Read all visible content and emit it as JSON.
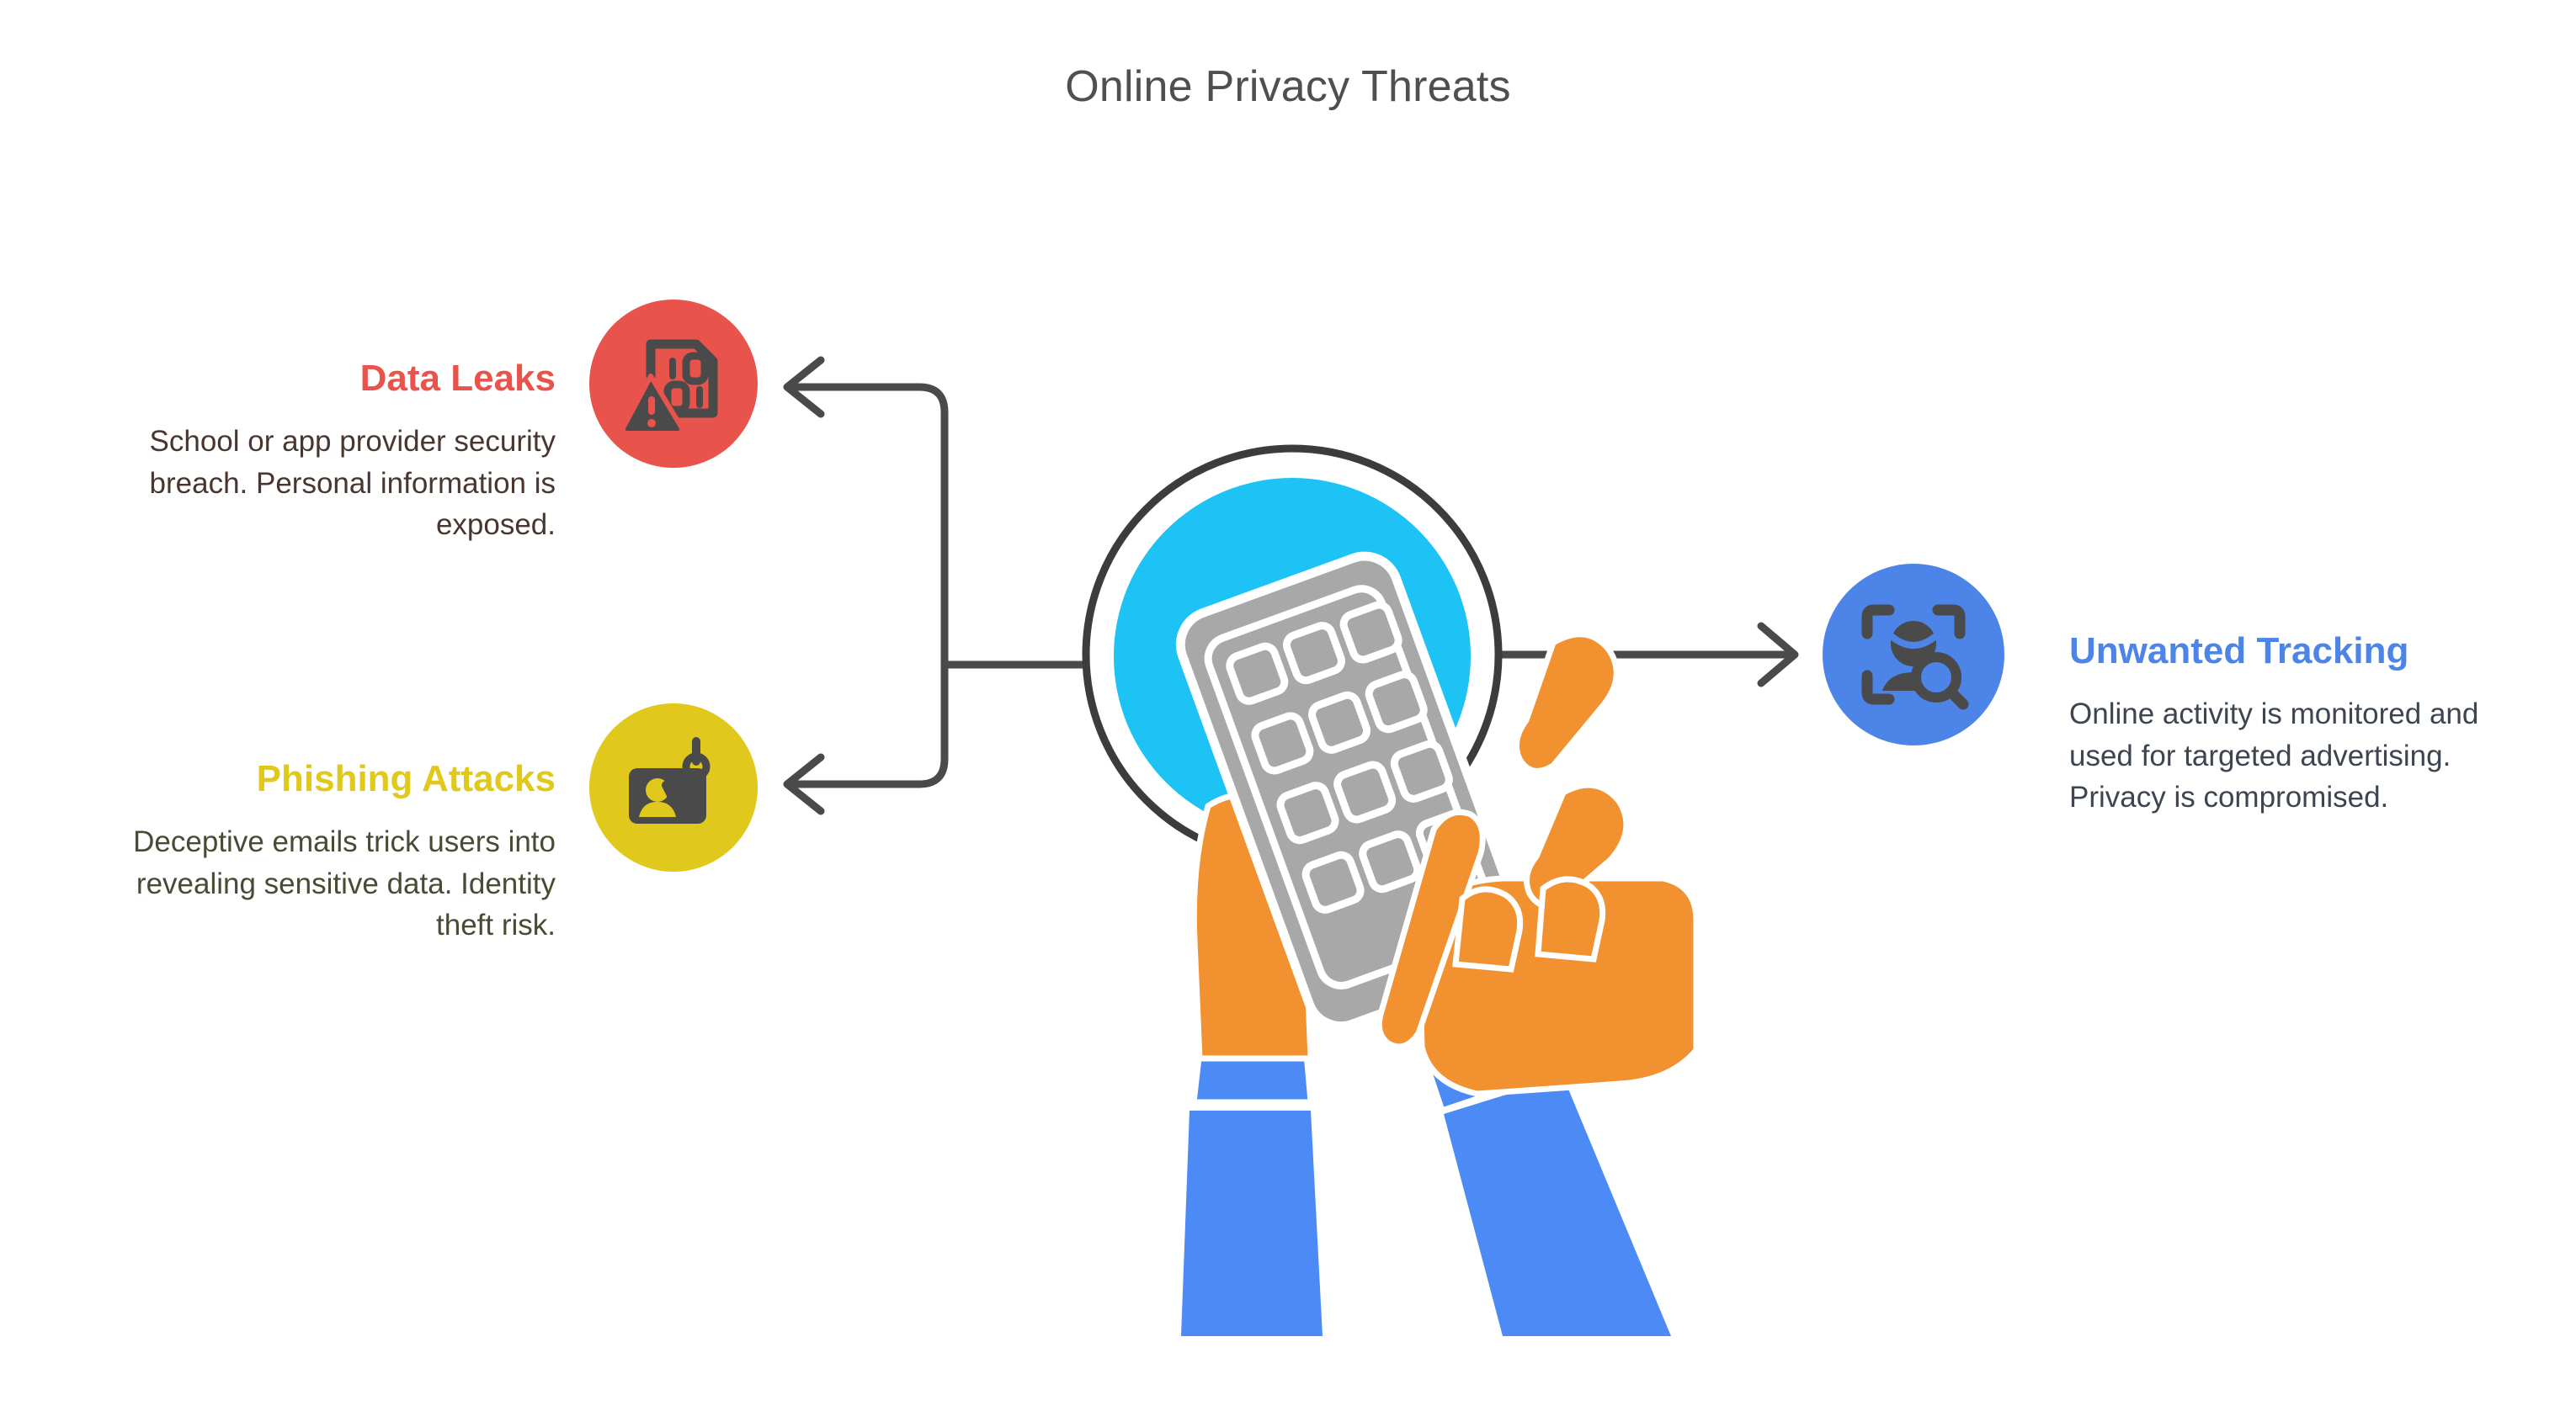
{
  "page": {
    "title": "Online Privacy Threats",
    "background_color": "#ffffff",
    "title_color": "#4f4f4f"
  },
  "threats": [
    {
      "id": "data-leaks",
      "heading": "Data Leaks",
      "body": "School or app provider security breach. Personal information is exposed.",
      "accent_color": "#e8544c",
      "body_color": "#4a3630",
      "icon_name": "document-binary-warning-icon",
      "align": "right"
    },
    {
      "id": "phishing",
      "heading": "Phishing Attacks",
      "body": "Deceptive emails trick users into revealing sensitive data. Identity theft risk.",
      "accent_color": "#e0c81c",
      "body_color": "#4a4a35",
      "icon_name": "id-card-fishing-hook-icon",
      "align": "right"
    },
    {
      "id": "tracking",
      "heading": "Unwanted Tracking",
      "body": "Online activity is monitored and used for targeted advertising. Privacy is compromised.",
      "accent_color": "#4c84e8",
      "body_color": "#3d4550",
      "icon_name": "face-scan-magnifier-icon",
      "align": "left"
    }
  ],
  "center_illustration": {
    "name": "hands-holding-smartphone-illustration",
    "outline_color": "#3c3c3c",
    "disc_color": "#1dc3f5",
    "phone_color": "#a8a8a8",
    "skin_color": "#f2912f",
    "sleeve_color": "#4c8bf5"
  },
  "connectors": {
    "line_color": "#4a4a4a",
    "left_branch": "bracket-to-data-leaks-and-phishing",
    "right_arrow": "arrow-to-unwanted-tracking"
  },
  "icon_glyph_color": "#4a4a4a"
}
